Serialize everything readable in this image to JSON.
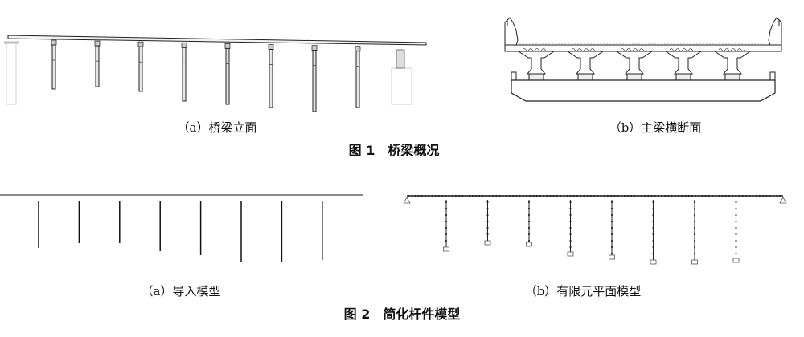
{
  "fig1": {
    "title": "图 1　桥梁概况",
    "a_caption": "（a）桥梁立面",
    "b_caption": "（b）主梁横断面"
  },
  "fig2": {
    "title": "图 2　简化杆件模型",
    "a_caption": "（a）导入模型",
    "b_caption": "（b）有限元平面模型"
  },
  "elevation": {
    "pier_count": 8
  },
  "cross_section": {
    "girder_count": 5
  },
  "import_model": {
    "member_count": 8
  },
  "fe_model": {
    "column_count": 8
  }
}
